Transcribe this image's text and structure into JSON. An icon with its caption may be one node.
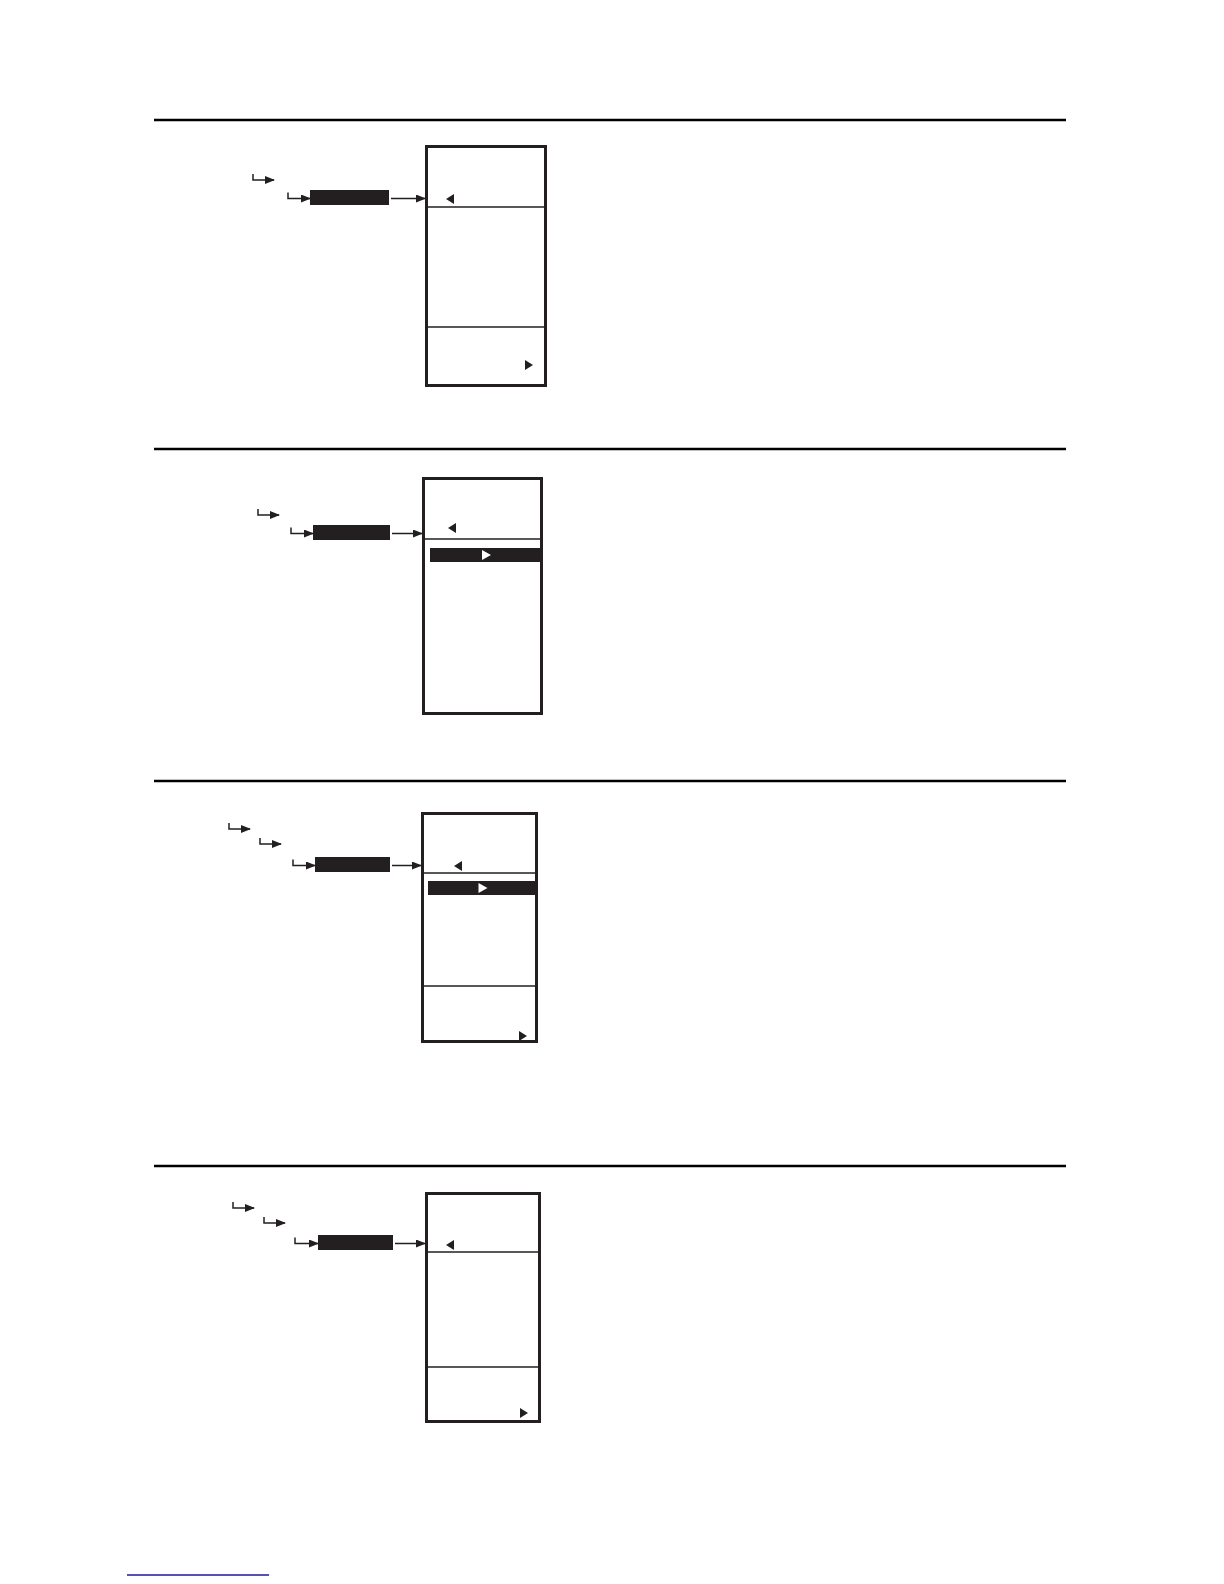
{
  "diagram": {
    "nodes": [
      {
        "text": [],
        "shape": "bar"
      },
      {
        "text": [],
        "shape": "box"
      },
      {
        "text": [],
        "shape": "bar"
      },
      {
        "text": [],
        "shape": "box"
      },
      {
        "text": [],
        "shape": "bar"
      },
      {
        "text": [],
        "shape": "box"
      },
      {
        "text": [],
        "shape": "bar"
      },
      {
        "text": [],
        "shape": "box"
      }
    ],
    "edges": [
      {
        "from": null,
        "to": 0,
        "arrow": "to"
      },
      {
        "from": 0,
        "to": 1,
        "arrow": "to"
      },
      {
        "from": null,
        "to": 2,
        "arrow": "to"
      },
      {
        "from": 2,
        "to": 3,
        "arrow": "to"
      },
      {
        "from": null,
        "to": 4,
        "arrow": "to"
      },
      {
        "from": 4,
        "to": 5,
        "arrow": "to"
      },
      {
        "from": null,
        "to": 6,
        "arrow": "to"
      },
      {
        "from": 6,
        "to": 7,
        "arrow": "to"
      }
    ]
  }
}
